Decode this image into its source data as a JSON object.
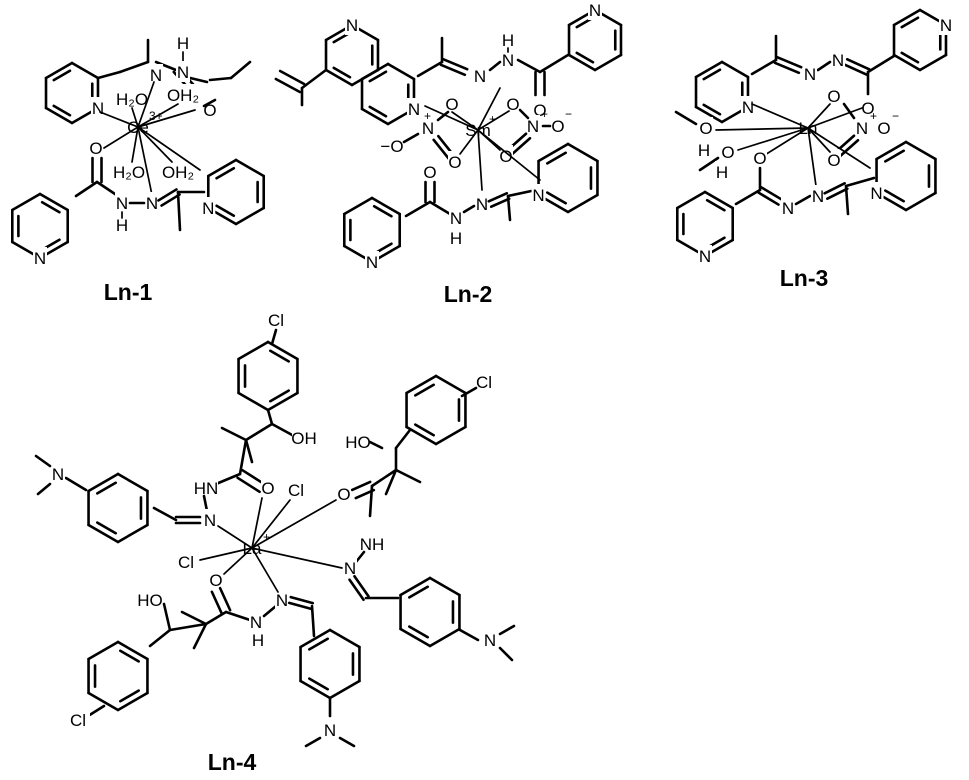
{
  "compounds": [
    {
      "label": "Ln-1",
      "metal": "Ce",
      "charge": "3+"
    },
    {
      "label": "Ln-2",
      "metal": "Sm",
      "charge": "+"
    },
    {
      "label": "Ln-3",
      "metal": "Ln",
      "charge": ""
    },
    {
      "label": "Ln-4",
      "metal": "La",
      "charge": "+"
    }
  ],
  "atoms": {
    "N": "N",
    "H": "H",
    "O": "O",
    "Cl": "Cl",
    "OH": "OH",
    "HO": "HO",
    "NH": "NH",
    "HN": "HN",
    "H2O": "H₂O",
    "OH2": "OH₂",
    "Nplus": "+",
    "Ominus": "−",
    "minus_O": "−O"
  }
}
